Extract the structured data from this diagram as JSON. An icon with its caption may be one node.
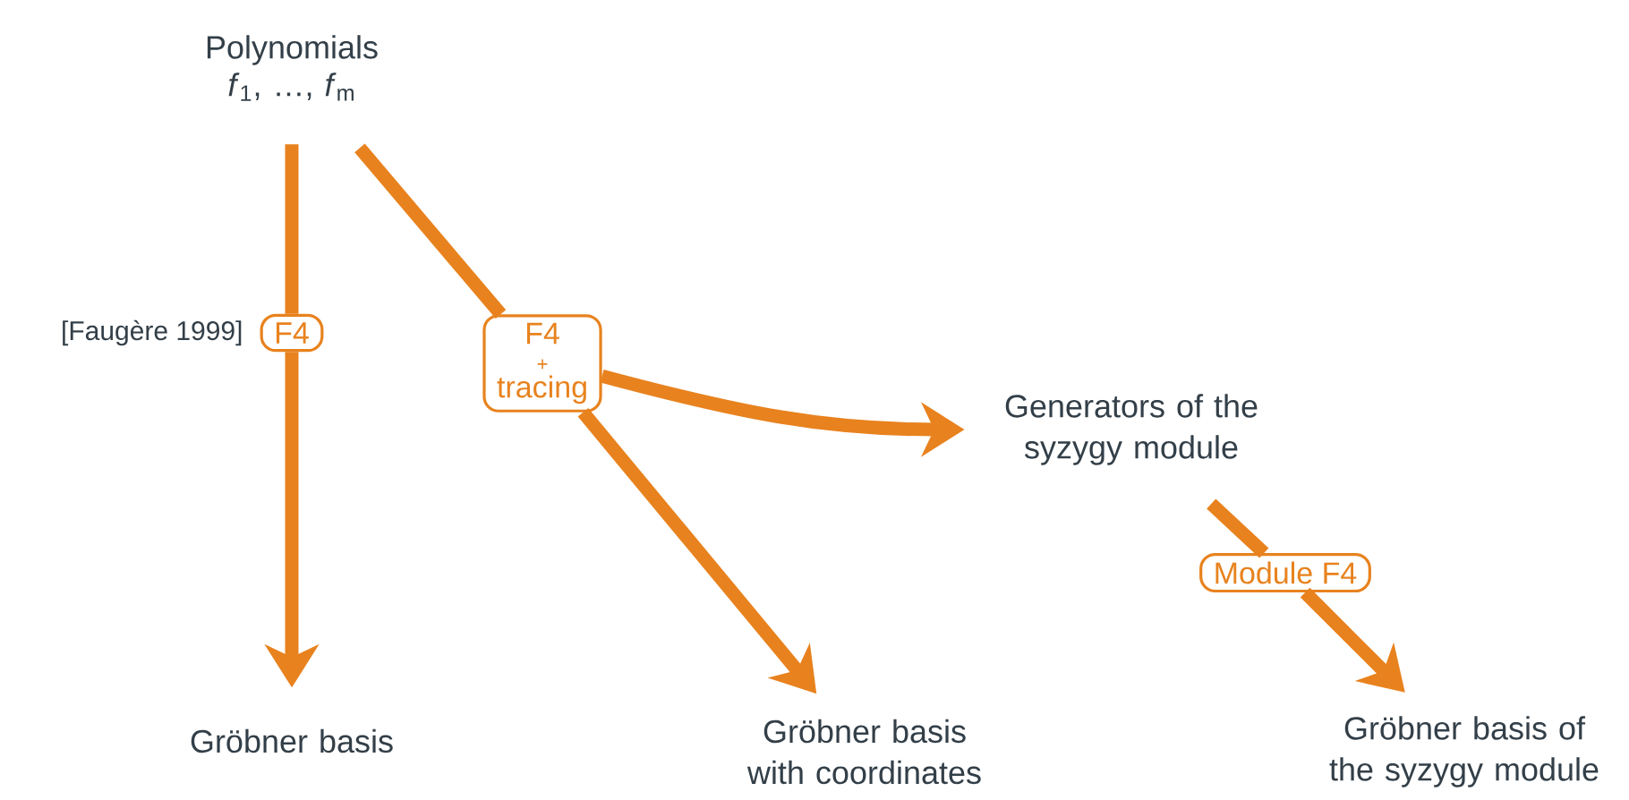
{
  "diagram": {
    "nodes": [
      {
        "text": [
          "Polynomials",
          "*f*$_{1}$, …, *f*$_{m}$"
        ]
      },
      {
        "text": [
          "F4"
        ],
        "beside": [
          "[Faugère 1999]"
        ]
      },
      {
        "text": [
          "Gröbner basis"
        ]
      },
      {
        "text": [
          "F4",
          "+",
          "tracing"
        ]
      },
      {
        "text": [
          "Generators of the syzygy module"
        ]
      },
      {
        "text": [
          "Gröbner basis with coordinates"
        ]
      },
      {
        "text": [
          "Module F4"
        ]
      },
      {
        "text": [
          "Gröbner basis of the syzygy module"
        ]
      }
    ],
    "edges": [
      {
        "from": 0,
        "to": 1,
        "arrow": "none"
      },
      {
        "from": 1,
        "to": 2,
        "arrow": "to"
      },
      {
        "from": 0,
        "to": 3,
        "arrow": "none"
      },
      {
        "from": 3,
        "to": 4,
        "arrow": "to"
      },
      {
        "from": 3,
        "to": 5,
        "arrow": "to"
      },
      {
        "from": 4,
        "to": 6,
        "arrow": "none"
      },
      {
        "from": 6,
        "to": 7,
        "arrow": "to"
      }
    ]
  }
}
